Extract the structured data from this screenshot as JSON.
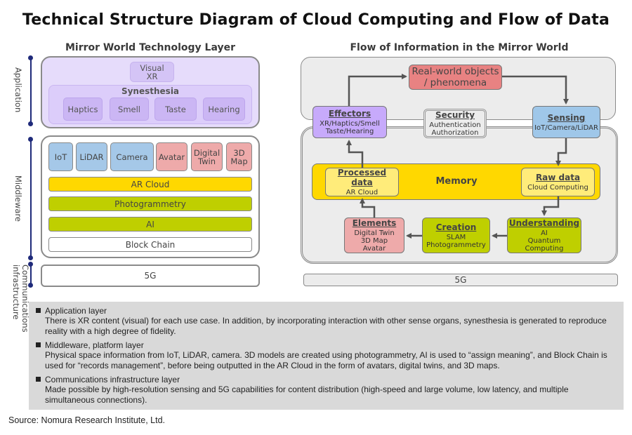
{
  "title": "Technical Structure Diagram of Cloud Computing and Flow of Data",
  "left_panel": {
    "heading": "Mirror World Technology Layer",
    "axis_labels": {
      "application": "Application",
      "middleware": "Middleware",
      "communications": "Communications infrastructure"
    },
    "application": {
      "visual_line1": "Visual",
      "visual_line2": "XR",
      "synesthesia_title": "Synesthesia",
      "senses": [
        "Haptics",
        "Smell",
        "Taste",
        "Hearing"
      ]
    },
    "middleware": {
      "tiles": [
        {
          "line1": "IoT",
          "line2": "",
          "color": "#a5c8e8"
        },
        {
          "line1": "LiDAR",
          "line2": "",
          "color": "#a5c8e8"
        },
        {
          "line1": "Camera",
          "line2": "",
          "color": "#a5c8e8"
        },
        {
          "line1": "Avatar",
          "line2": "",
          "color": "#eeaaaa"
        },
        {
          "line1": "Digital",
          "line2": "Twin",
          "color": "#eeaaaa"
        },
        {
          "line1": "3D",
          "line2": "Map",
          "color": "#eeaaaa"
        }
      ],
      "bars": [
        "AR Cloud",
        "Photogrammetry",
        "AI",
        "Block Chain"
      ]
    },
    "infrastructure": "5G"
  },
  "right_panel": {
    "heading": "Flow of Information in the Mirror World",
    "real_world_line1": "Real-world objects",
    "real_world_line2": "/ phenomena",
    "effectors": {
      "title": "Effectors",
      "line1": "XR/Haptics/Smell",
      "line2": "Taste/Hearing"
    },
    "security": {
      "title": "Security",
      "line1": "Authentication",
      "line2": "Authorization"
    },
    "sensing": {
      "title": "Sensing",
      "line1": "IoT/Camera/LiDAR"
    },
    "memory": "Memory",
    "processed": {
      "title": "Processed data",
      "line1": "AR Cloud"
    },
    "raw": {
      "title": "Raw data",
      "line1": "Cloud Computing"
    },
    "elements": {
      "title": "Elements",
      "line1": "Digital Twin",
      "line2": "3D Map",
      "line3": "Avatar"
    },
    "creation": {
      "title": "Creation",
      "line1": "SLAM",
      "line2": "Photogrammetry"
    },
    "understanding": {
      "title": "Understanding",
      "line1": "AI",
      "line2": "Quantum Computing"
    },
    "infrastructure": "5G"
  },
  "notes": [
    {
      "heading": "Application layer",
      "body": "There is XR content (visual) for each use case. In addition, by incorporating interaction with other sense organs, synesthesia is generated to reproduce reality with a high degree of fidelity."
    },
    {
      "heading": "Middleware, platform layer",
      "body": "Physical space information from IoT, LiDAR, camera. 3D models are created using photogrammetry, AI is used to “assign meaning”, and Block Chain is used for “records management”, before being outputted in the AR Cloud in the form of avatars, digital twins, and 3D maps."
    },
    {
      "heading": "Communications infrastructure layer",
      "body": "Made possible by high-resolution sensing and 5G capabilities for content distribution (high-speed and large volume, low latency, and multiple simultaneous connections)."
    }
  ],
  "source": "Source: Nomura Research Institute, Ltd.",
  "colors": {
    "axis": "#1f2a7a",
    "application_purple": "#e6dcfb",
    "sensor_blue": "#a5c8e8",
    "output_pink": "#eeaaaa",
    "ar_cloud_yellow": "#ffd800",
    "processing_green": "#bfcf00",
    "real_world_red": "#e88282"
  }
}
